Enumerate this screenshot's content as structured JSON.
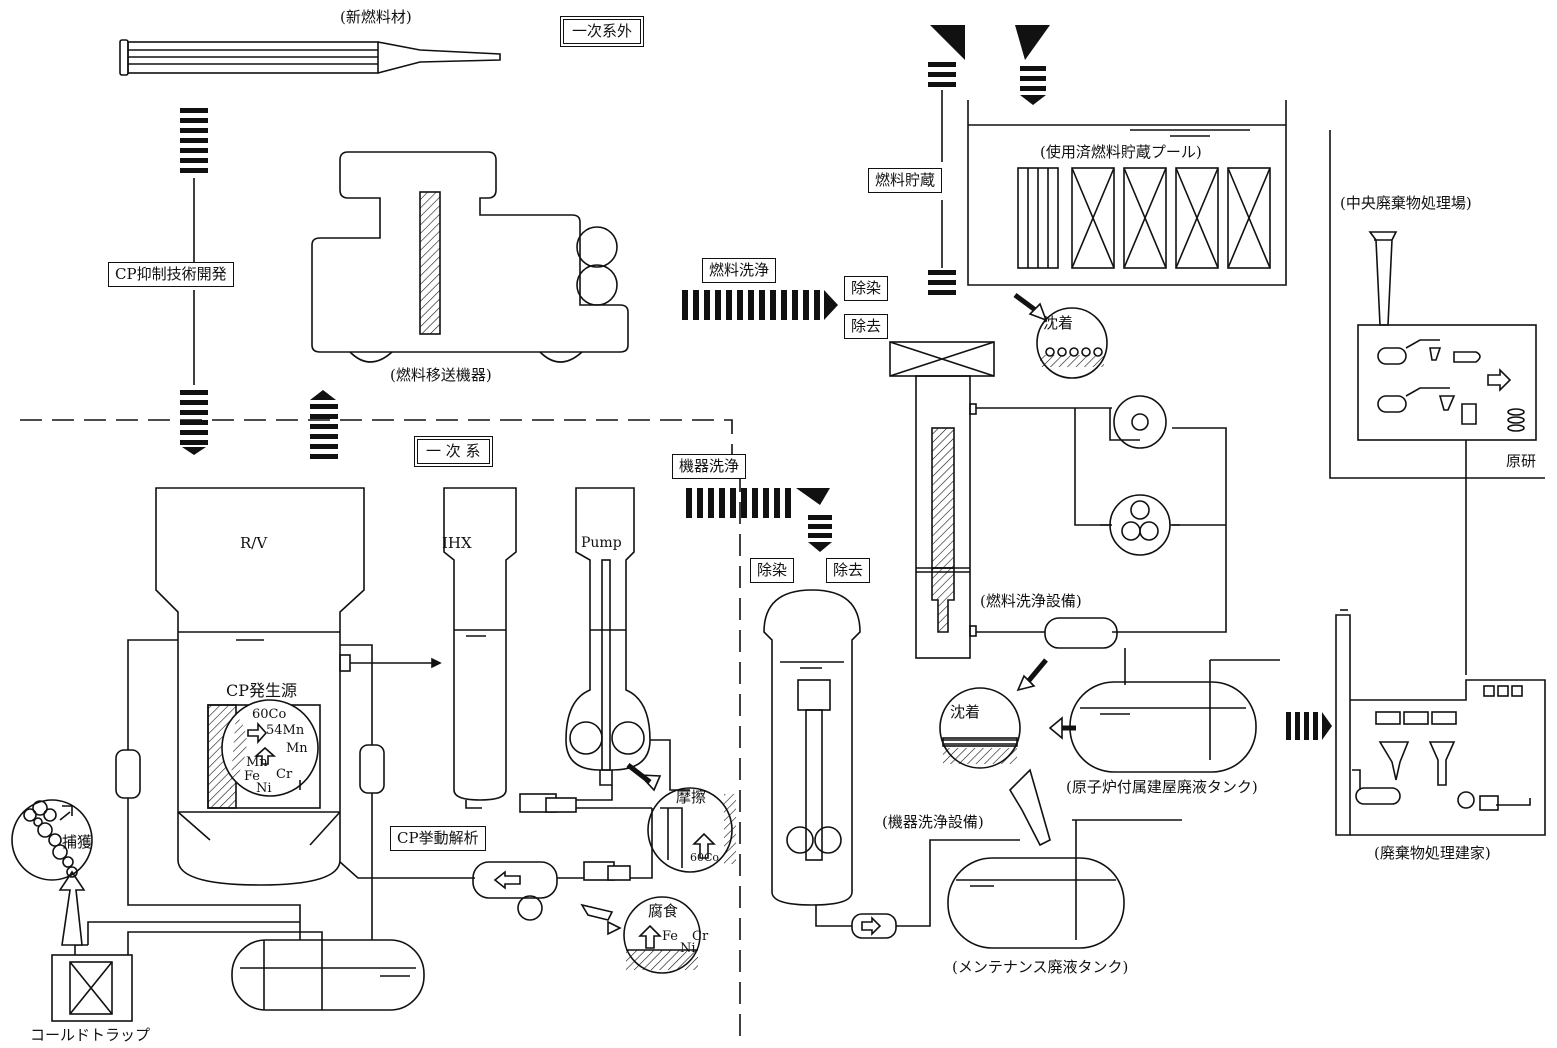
{
  "labels": {
    "new_fuel": "(新燃料材)",
    "primary_outside": "一次系外",
    "primary": "一 次 系",
    "cp_suppression": "CP抑制技術開発",
    "fuel_transfer": "(燃料移送機器)",
    "fuel_storage": "燃料貯蔵",
    "spent_fuel_pool": "(使用済燃料貯蔵プール)",
    "fuel_washing": "燃料洗浄",
    "decon": "除染",
    "removal": "除去",
    "central_waste": "(中央廃棄物処理場)",
    "genken": "原研",
    "equip_washing": "機器洗浄",
    "decon2": "除染",
    "removal2": "除去",
    "rv": "R/V",
    "ihx": "IHX",
    "pump": "Pump",
    "cp_source": "CP発生源",
    "fuel_wash_facility": "(燃料洗浄設備)",
    "deposition1": "沈着",
    "deposition2": "沈着",
    "reactor_tank": "(原子炉付属建屋廃液タンク)",
    "waste_building": "(廃棄物処理建家)",
    "equip_wash_facility": "(機器洗浄設備)",
    "maintenance_tank": "(メンテナンス廃液タンク)",
    "cp_behavior": "CP挙動解析",
    "friction": "摩擦",
    "corrosion": "腐食",
    "capture": "捕獲",
    "cold_trap": "コールドトラップ",
    "co60": "60Co",
    "mn54": "54Mn",
    "mn": "Mn",
    "fe": "Fe",
    "ni": "Ni",
    "cr": "Cr",
    "co60b": "60Co",
    "fe2": "Fe",
    "ni2": "Ni",
    "cr2": "Cr"
  }
}
